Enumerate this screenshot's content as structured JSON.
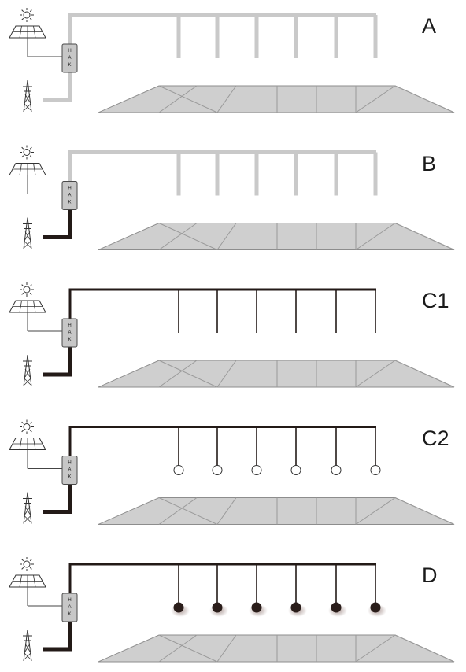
{
  "colors": {
    "inactive_line": "#c9c9c9",
    "active_line": "#231a17",
    "hak_box": "#c7c7c7",
    "field_fill": "#cfcfcf",
    "field_stroke": "#8d8d8d",
    "lamp_on": "#2a1d1a",
    "lamp_off": "#ffffff"
  },
  "icons": [
    "sun-icon",
    "solar-panel-icon",
    "power-pylon-icon",
    "hak-box-icon",
    "street-lamp-icon",
    "pavement-icon"
  ],
  "hak_letters": [
    "H",
    "A",
    "K"
  ],
  "panels": [
    {
      "label": "A",
      "grid_line": "inactive",
      "street_line": "inactive",
      "lamps": "none"
    },
    {
      "label": "B",
      "grid_line": "active",
      "street_line": "inactive",
      "lamps": "none"
    },
    {
      "label": "C1",
      "grid_line": "active",
      "street_line": "active",
      "lamps": "none"
    },
    {
      "label": "C2",
      "grid_line": "active",
      "street_line": "active",
      "lamps": "off"
    },
    {
      "label": "D",
      "grid_line": "active",
      "street_line": "active",
      "lamps": "on"
    }
  ]
}
